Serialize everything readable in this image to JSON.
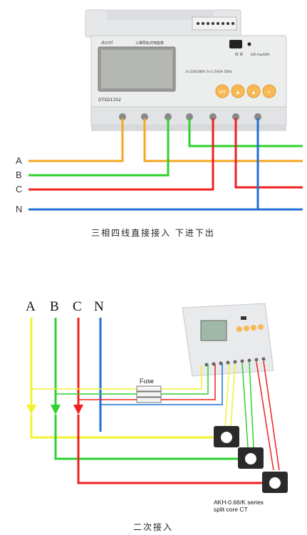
{
  "diagram1": {
    "meter_brand": "Acrel",
    "meter_title": "三相导轨式电能表",
    "meter_model": "DTSD1352",
    "meter_pulse": "红 外",
    "meter_pulse_spec": "400 imp/kWh",
    "meter_spec": "3×220/380V  3×1.5(6)A  50Hz",
    "buttons": [
      "SET",
      "▲",
      "▲",
      "↵"
    ],
    "line_labels": [
      "A",
      "B",
      "C",
      "N"
    ],
    "caption": "三相四线直接接入 下进下出"
  },
  "diagram2": {
    "line_labels": [
      "A",
      "B",
      "C",
      "N"
    ],
    "fuse_label": "Fuse",
    "ct_label_line1": "AKH-0.66/K  series",
    "ct_label_line2": "split core CT",
    "caption": "二次接入"
  },
  "colors": {
    "phase_a": "#f5a623",
    "phase_b": "#2ed12e",
    "phase_c": "#f02020",
    "neutral": "#1f6fd6",
    "phase_a_yellow": "#f2f230"
  }
}
